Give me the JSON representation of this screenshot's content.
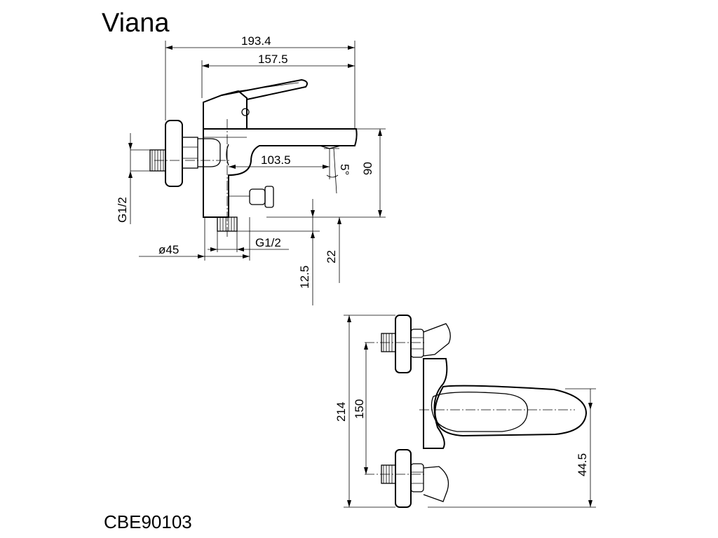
{
  "title": "Viana",
  "model_code": "CBE90103",
  "dimensions": {
    "overall_length": "193.4",
    "body_length": "157.5",
    "spout_reach": "103.5",
    "spout_angle": "5°",
    "height": "90",
    "wall_thread": "G1/2",
    "bottom_thread": "G1/2",
    "escutcheon_diameter": "ø45",
    "outlet_offset_1": "12.5",
    "outlet_offset_2": "22",
    "overall_width": "214",
    "inlet_centres": "150",
    "spout_offset": "44.5"
  }
}
